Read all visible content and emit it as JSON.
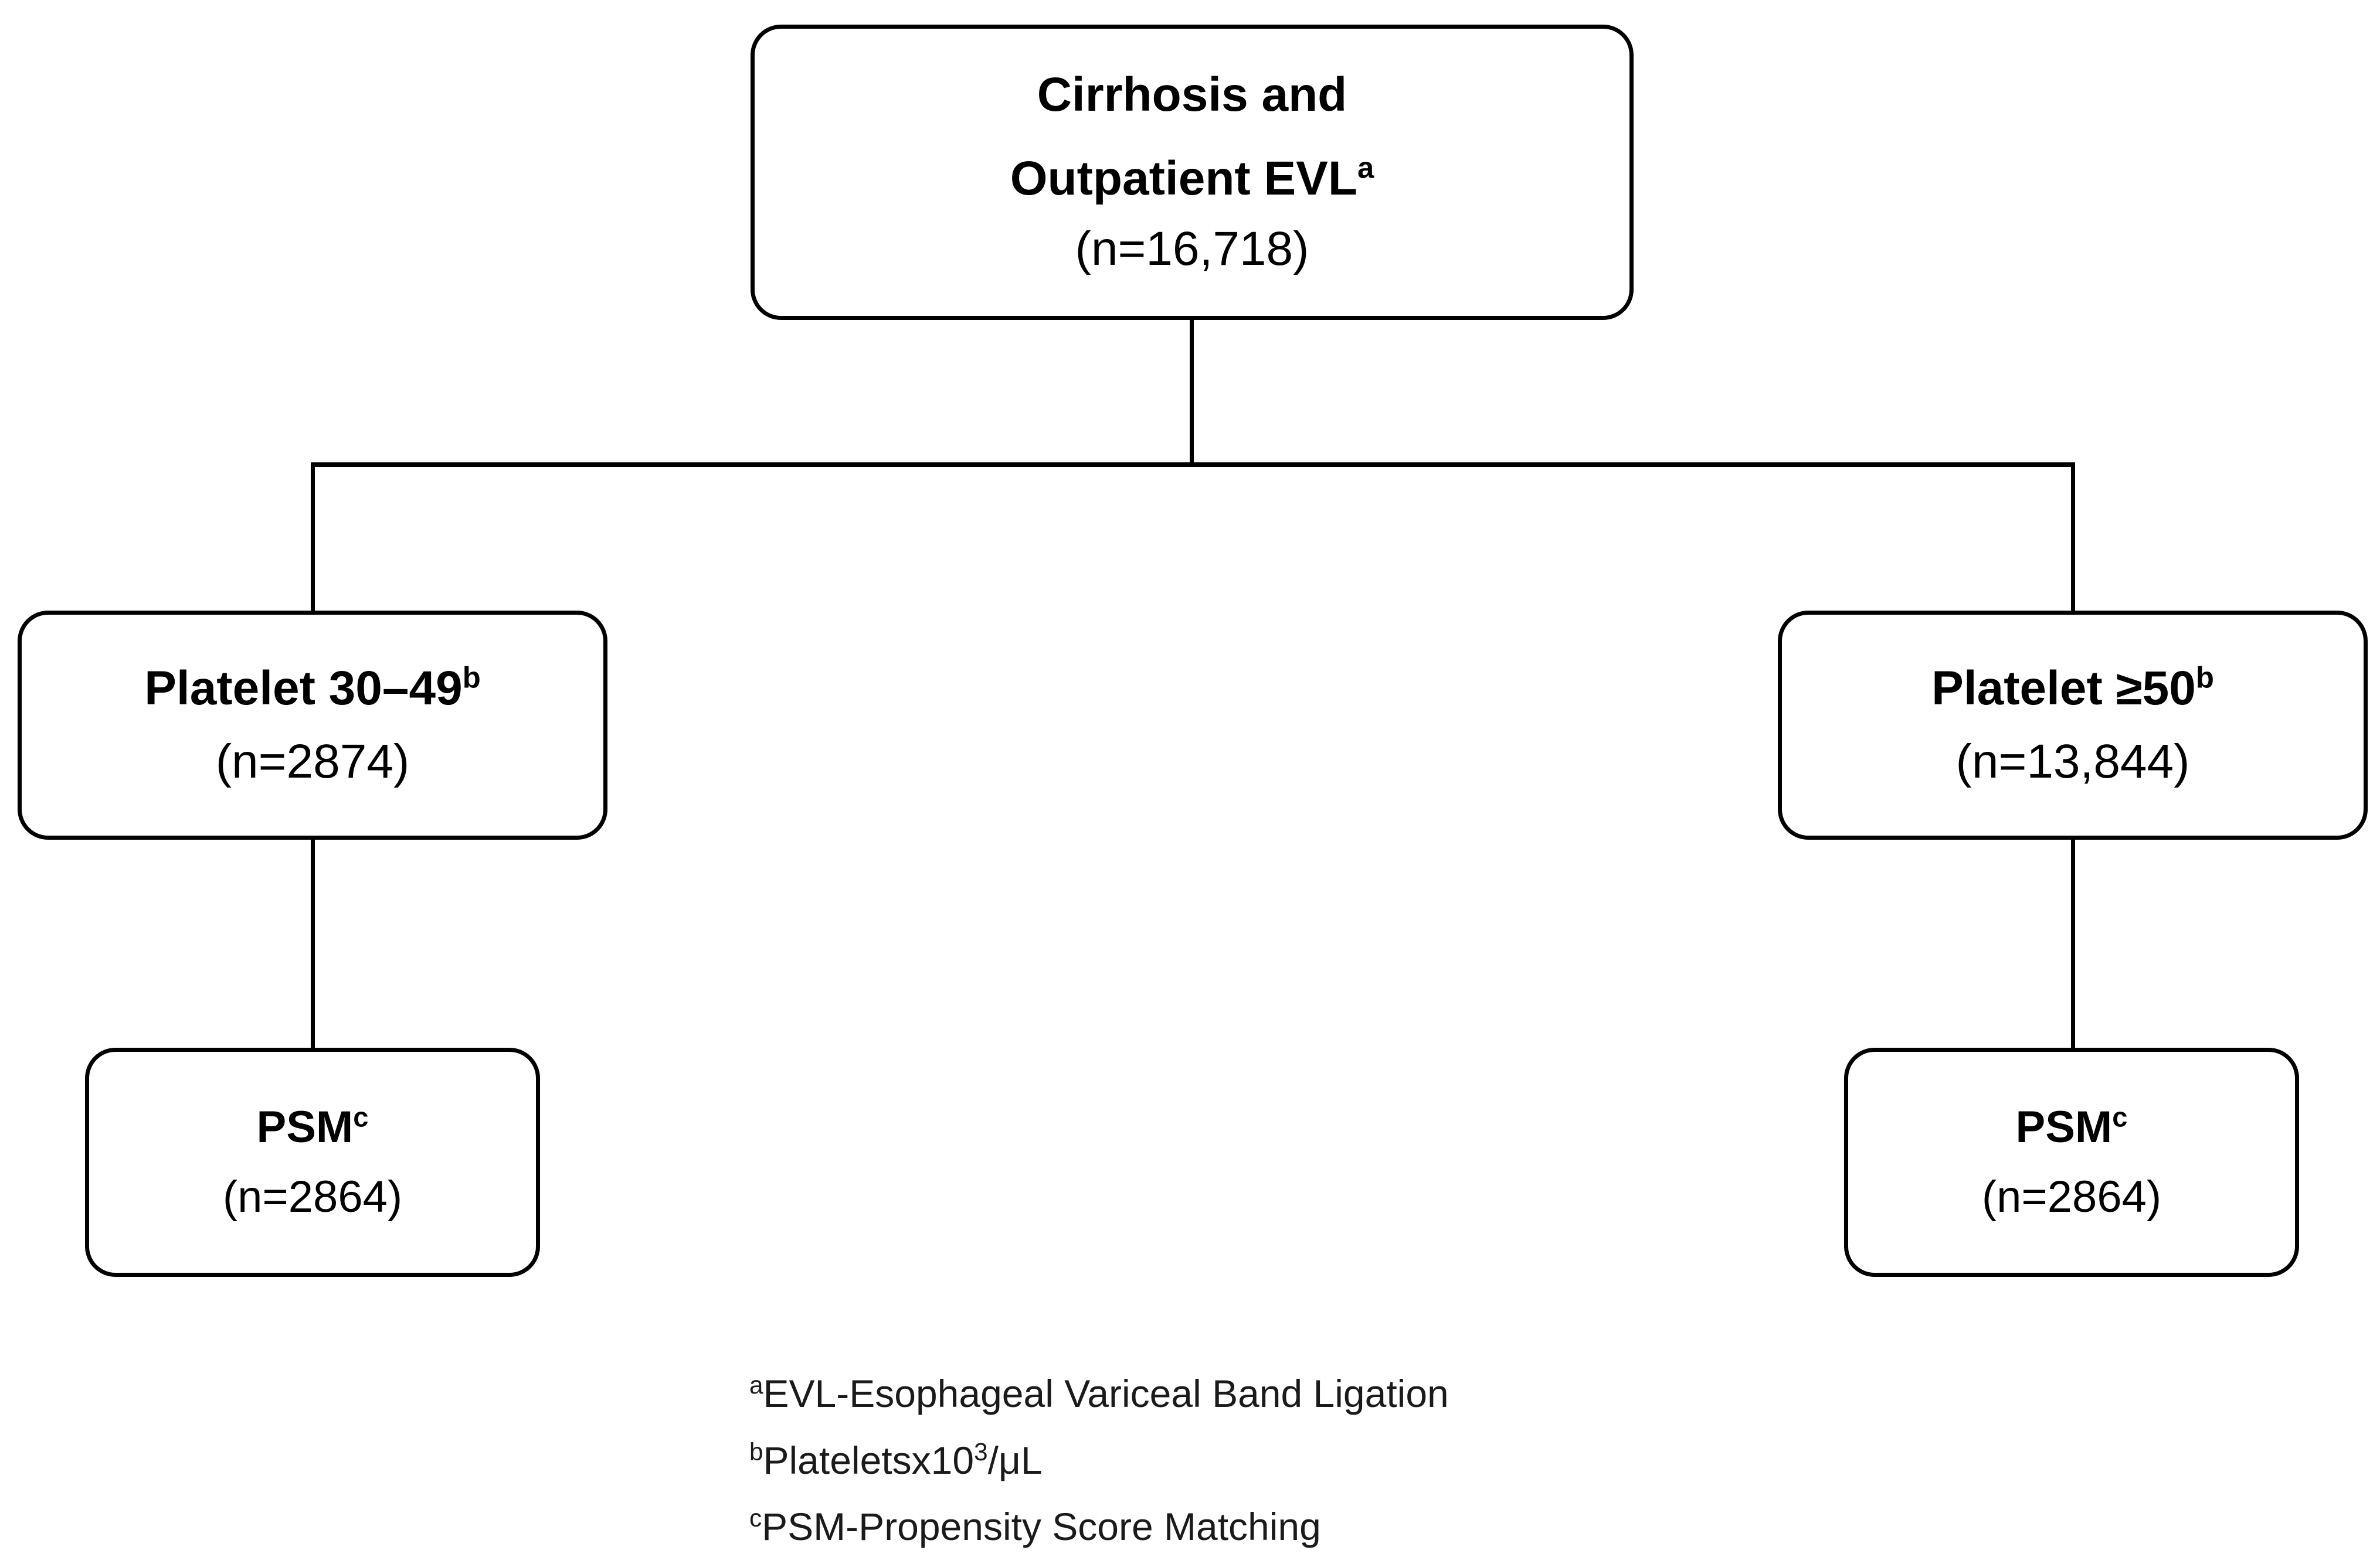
{
  "diagram": {
    "type": "study-flow-chart",
    "nodes": {
      "root": {
        "title_line1": "Cirrhosis and",
        "title_line2": "Outpatient EVL",
        "title_line2_superscript": "a",
        "count": "(n=16,718)",
        "n": 16718
      },
      "low_platelet": {
        "title": "Platelet 30–49",
        "title_superscript": "b",
        "count": "(n=2874)",
        "n": 2874
      },
      "high_platelet": {
        "title": "Platelet ≥50",
        "title_superscript": "b",
        "count": "(n=13,844)",
        "n": 13844
      },
      "psm_low": {
        "title": "PSM",
        "title_superscript": "c",
        "count": "(n=2864)",
        "n": 2864
      },
      "psm_high": {
        "title": "PSM",
        "title_superscript": "c",
        "count": "(n=2864)",
        "n": 2864
      }
    },
    "edges": [
      {
        "from": "root",
        "to": "low_platelet"
      },
      {
        "from": "root",
        "to": "high_platelet"
      },
      {
        "from": "low_platelet",
        "to": "psm_low"
      },
      {
        "from": "high_platelet",
        "to": "psm_high"
      }
    ],
    "footnotes": [
      {
        "marker": "a",
        "text": "EVL-Esophageal Variceal Band Ligation"
      },
      {
        "marker": "b",
        "text_before": "Plateletsx10",
        "exponent": "3",
        "text_after": "/μL"
      },
      {
        "marker": "c",
        "text": "PSM-Propensity Score Matching"
      }
    ],
    "colors": {
      "stroke": "#000000",
      "background": "#ffffff",
      "text": "#000000",
      "footnote_text": "#1a1a1a"
    }
  }
}
